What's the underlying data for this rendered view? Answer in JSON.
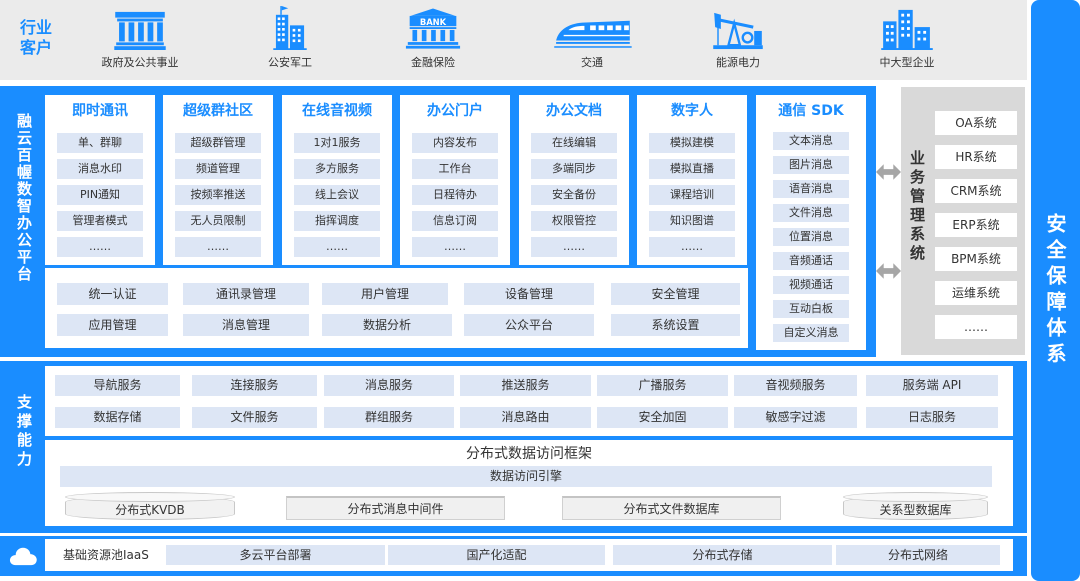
{
  "industry_customers": {
    "title": "行业客户",
    "items": [
      {
        "label": "政府及公共事业",
        "icon": "government-building-icon"
      },
      {
        "label": "公安军工",
        "icon": "police-military-building-icon"
      },
      {
        "label": "金融保险",
        "icon": "bank-icon",
        "icon_text": "BANK"
      },
      {
        "label": "交通",
        "icon": "high-speed-train-icon"
      },
      {
        "label": "能源电力",
        "icon": "oil-pump-icon"
      },
      {
        "label": "中大型企业",
        "icon": "enterprise-buildings-icon"
      }
    ]
  },
  "platform": {
    "title": "融云百幄数智办公平台",
    "modules": [
      {
        "title": "即时通讯",
        "items": [
          "单、群聊",
          "消息水印",
          "PIN通知",
          "管理者模式",
          "……"
        ]
      },
      {
        "title": "超级群社区",
        "items": [
          "超级群管理",
          "频道管理",
          "按频率推送",
          "无人员限制",
          "……"
        ]
      },
      {
        "title": "在线音视频",
        "items": [
          "1对1服务",
          "多方服务",
          "线上会议",
          "指挥调度",
          "……"
        ]
      },
      {
        "title": "办公门户",
        "items": [
          "内容发布",
          "工作台",
          "日程待办",
          "信息订阅",
          "……"
        ]
      },
      {
        "title": "办公文档",
        "items": [
          "在线编辑",
          "多端同步",
          "安全备份",
          "权限管控",
          "……"
        ]
      },
      {
        "title": "数字人",
        "items": [
          "模拟建模",
          "模拟直播",
          "课程培训",
          "知识图谱",
          "……"
        ]
      }
    ],
    "sdk": {
      "title": "通信 SDK",
      "items": [
        "文本消息",
        "图片消息",
        "语音消息",
        "文件消息",
        "位置消息",
        "音频通话",
        "视频通话",
        "互动白板",
        "自定义消息"
      ]
    },
    "management": {
      "rows": [
        [
          "统一认证",
          "通讯录管理",
          "用户管理",
          "设备管理",
          "安全管理"
        ],
        [
          "应用管理",
          "消息管理",
          "数据分析",
          "公众平台",
          "系统设置"
        ]
      ]
    }
  },
  "business_systems": {
    "title": "业务管理系统",
    "items": [
      "OA系统",
      "HR系统",
      "CRM系统",
      "ERP系统",
      "BPM系统",
      "运维系统",
      "……"
    ],
    "arrow_icon": "double-arrow-icon"
  },
  "security": {
    "title": "安全保障体系"
  },
  "support": {
    "title": "支撑能力",
    "services": [
      [
        "导航服务",
        "连接服务",
        "消息服务",
        "推送服务",
        "广播服务",
        "音视频服务",
        "服务端 API"
      ],
      [
        "数据存储",
        "文件服务",
        "群组服务",
        "消息路由",
        "安全加固",
        "敏感字过滤",
        "日志服务"
      ]
    ],
    "data_framework": {
      "title": "分布式数据访问框架",
      "engine": "数据访问引擎",
      "stores": [
        "分布式KVDB",
        "分布式消息中间件",
        "分布式文件数据库",
        "关系型数据库"
      ]
    }
  },
  "iaas": {
    "title": "基础资源池IaaS",
    "icon": "cloud-icon",
    "items": [
      "多云平台部署",
      "国产化适配",
      "分布式存储",
      "分布式网络"
    ]
  },
  "colors": {
    "primary": "#1a8dff",
    "pill": "#dde6f5",
    "top_band": "#ebebeb",
    "business_panel": "#d9d9d9"
  }
}
